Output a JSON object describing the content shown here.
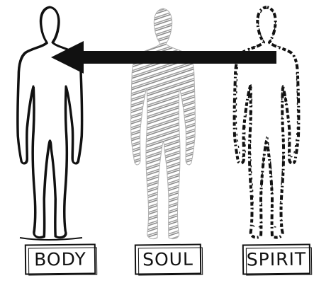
{
  "labels": {
    "body": "BODY",
    "soul": "SOUL",
    "spirit": "SPIRIT"
  },
  "colors": {
    "ink": "#111111",
    "soul_hatch": "#8a8a8a"
  },
  "icons": {
    "arrow": "left-arrow-icon"
  }
}
